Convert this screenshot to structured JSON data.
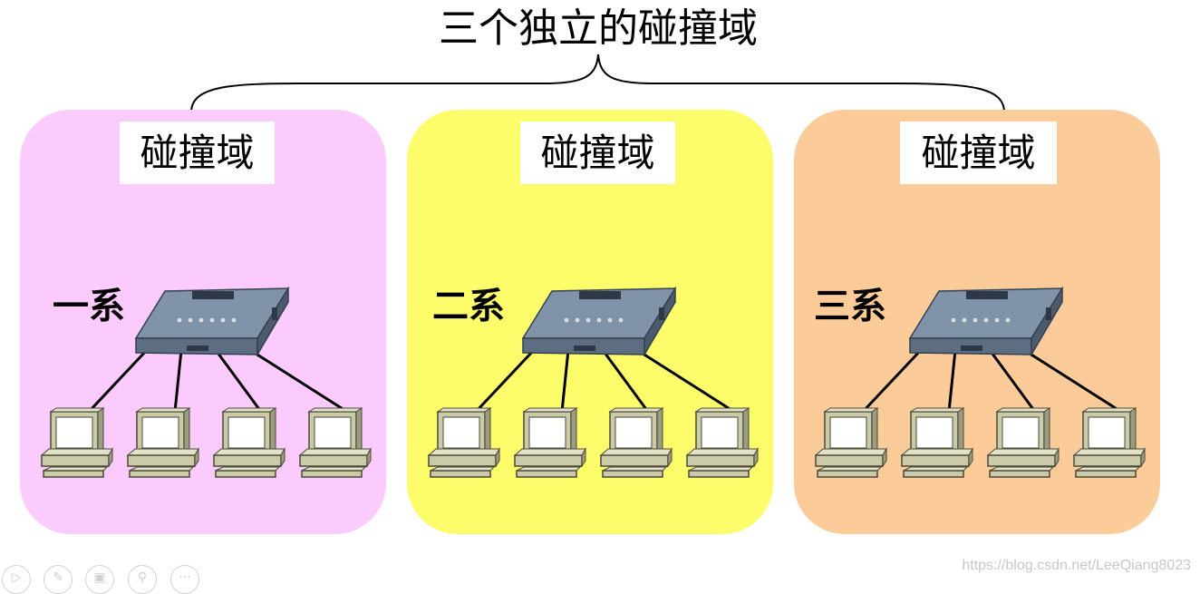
{
  "title": "三个独立的碰撞域",
  "colors": {
    "domain_1": "#fccbfd",
    "domain_2": "#fdfd6b",
    "domain_3": "#fccb9a",
    "device_body": "#8093a9",
    "computer": "#cbcba9"
  },
  "domains": [
    {
      "label": "碰撞域",
      "system": "一系",
      "computers": 4
    },
    {
      "label": "碰撞域",
      "system": "二系",
      "computers": 4
    },
    {
      "label": "碰撞域",
      "system": "三系",
      "computers": 4
    }
  ],
  "slide_toolbar": {
    "icons": [
      "play-icon",
      "pen-icon",
      "slides-icon",
      "zoom-icon",
      "more-icon"
    ],
    "more_label": "···"
  },
  "watermark": "https://blog.csdn.net/LeeQiang8023"
}
